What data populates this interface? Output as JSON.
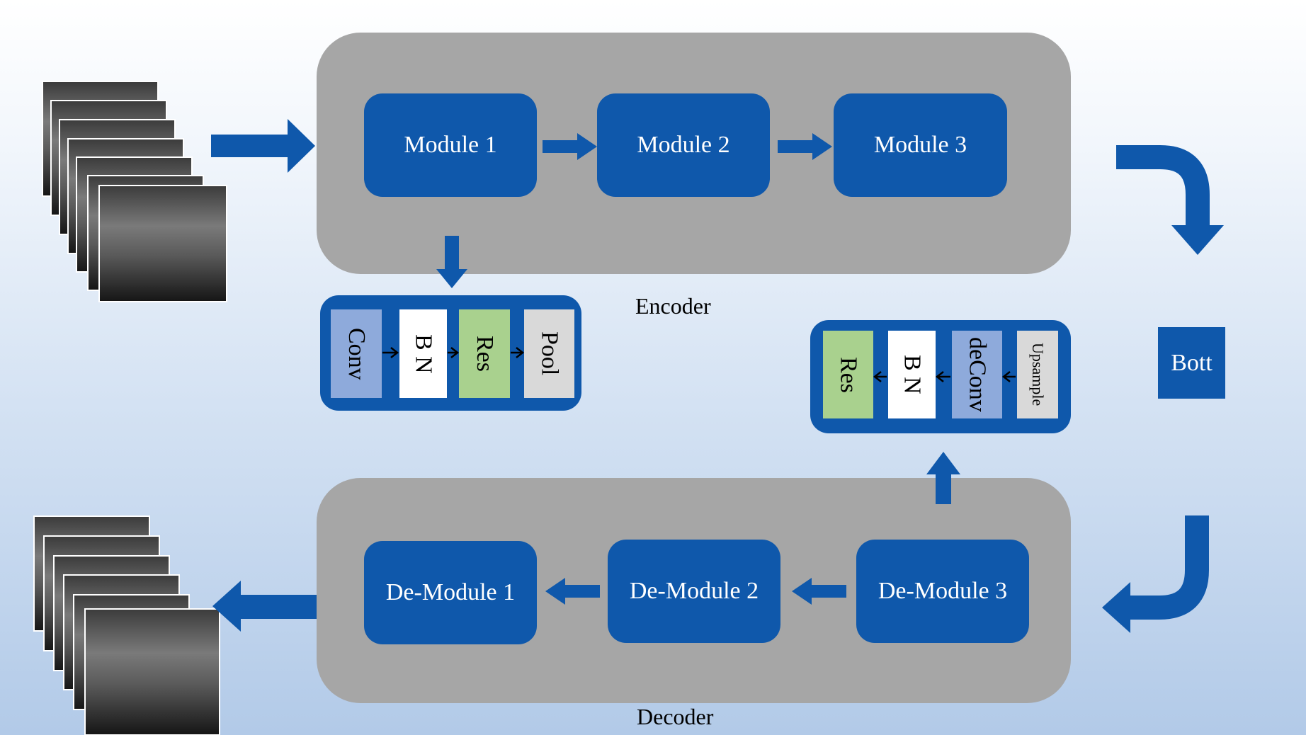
{
  "encoder": {
    "caption": "Encoder",
    "modules": [
      "Module 1",
      "Module 2",
      "Module 3"
    ],
    "block": [
      "Conv",
      "B N",
      "Res",
      "Pool"
    ]
  },
  "bottleneck": {
    "label": "Bott"
  },
  "decoder": {
    "caption": "Decoder",
    "modules": [
      "De-Module 1",
      "De-Module 2",
      "De-Module 3"
    ],
    "block": [
      "Res",
      "B N",
      "deConv",
      "Upsample"
    ]
  },
  "colors": {
    "module_blue": "#0f58ab",
    "panel_gray": "#a6a6a6",
    "conv_fill": "#8eaadb",
    "bn_fill": "#ffffff",
    "res_fill": "#a9d18e",
    "pool_fill": "#d9d9d9"
  }
}
